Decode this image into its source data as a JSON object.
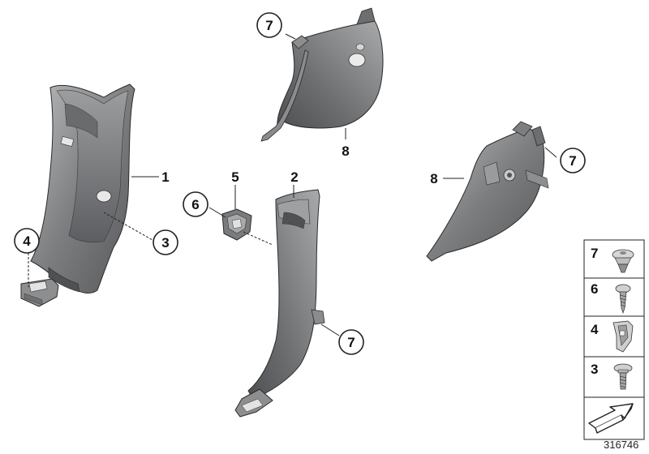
{
  "callouts": {
    "c7_top": "7",
    "c8_top": "8",
    "c1": "1",
    "c3": "3",
    "c4": "4",
    "c5": "5",
    "c6": "6",
    "c2": "2",
    "c7_bottom": "7",
    "c8_right": "8",
    "c7_right": "7"
  },
  "legend": {
    "items": [
      {
        "num": "7",
        "icon": "push-rivet-icon"
      },
      {
        "num": "6",
        "icon": "tapping-screw-icon"
      },
      {
        "num": "4",
        "icon": "clip-nut-icon"
      },
      {
        "num": "3",
        "icon": "oval-head-screw-icon"
      }
    ],
    "arrow_icon": "direction-arrow-icon"
  },
  "reference_number": "316746",
  "colors": {
    "part_dark": "#5f6062",
    "part_mid": "#8a8b8d",
    "part_light": "#c3c4c6",
    "outline": "#2a2a2a"
  }
}
